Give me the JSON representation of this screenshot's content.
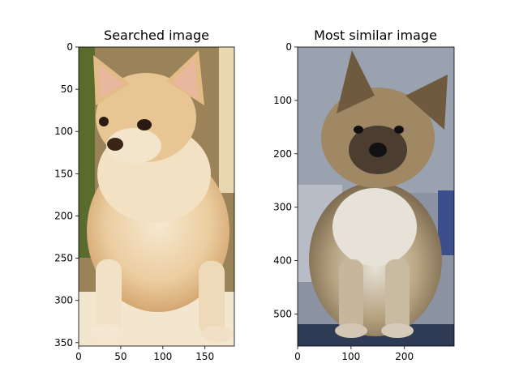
{
  "chart_data": [
    {
      "type": "image",
      "title": "Searched image",
      "subject": "long-haired cream chihuahua sitting",
      "image_width": 185,
      "image_height": 354,
      "xticks": [
        0,
        50,
        100,
        150
      ],
      "yticks": [
        0,
        50,
        100,
        150,
        200,
        250,
        300,
        350
      ],
      "xlim": [
        0,
        185
      ],
      "ylim": [
        354,
        0
      ],
      "colors": {
        "background": "#9a8358",
        "foliage": "#5a6b2e",
        "wall": "#e8d7b0",
        "floor": "#f3e6cf",
        "fur_light": "#f2dfbf",
        "fur": "#e6c292",
        "fur_dark": "#c8955c",
        "ear_inner": "#e9b7a0",
        "eye": "#2a1a10"
      }
    },
    {
      "type": "image",
      "title": "Most similar image",
      "subject": "brindle cairn terrier sitting",
      "image_width": 293,
      "image_height": 560,
      "xticks": [
        0,
        100,
        200
      ],
      "yticks": [
        0,
        100,
        200,
        300,
        400,
        500
      ],
      "xlim": [
        0,
        293
      ],
      "ylim": [
        560,
        0
      ],
      "colors": {
        "background": "#8b93a2",
        "background_low": "#6b7488",
        "drape": "#3c4f8c",
        "fur_light": "#e2dccf",
        "fur": "#a7916b",
        "fur_dark": "#4a3c2d",
        "face_dark": "#3a3028",
        "eye": "#111111",
        "ground": "#2f3a55"
      }
    }
  ]
}
